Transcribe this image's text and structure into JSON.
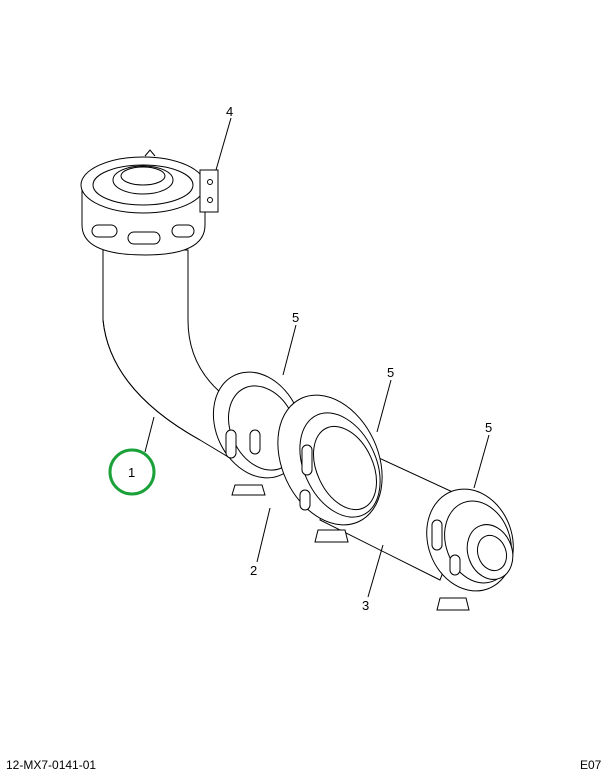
{
  "diagram": {
    "callouts": [
      {
        "id": "1",
        "label": "1",
        "highlighted": true
      },
      {
        "id": "2",
        "label": "2"
      },
      {
        "id": "3",
        "label": "3"
      },
      {
        "id": "4",
        "label": "4"
      },
      {
        "id": "5a",
        "label": "5"
      },
      {
        "id": "5b",
        "label": "5"
      },
      {
        "id": "5c",
        "label": "5"
      }
    ],
    "highlight_color": "#1aa13a"
  },
  "footer": {
    "doc_id": "12-MX7-0141-01",
    "page_code": "E07"
  }
}
